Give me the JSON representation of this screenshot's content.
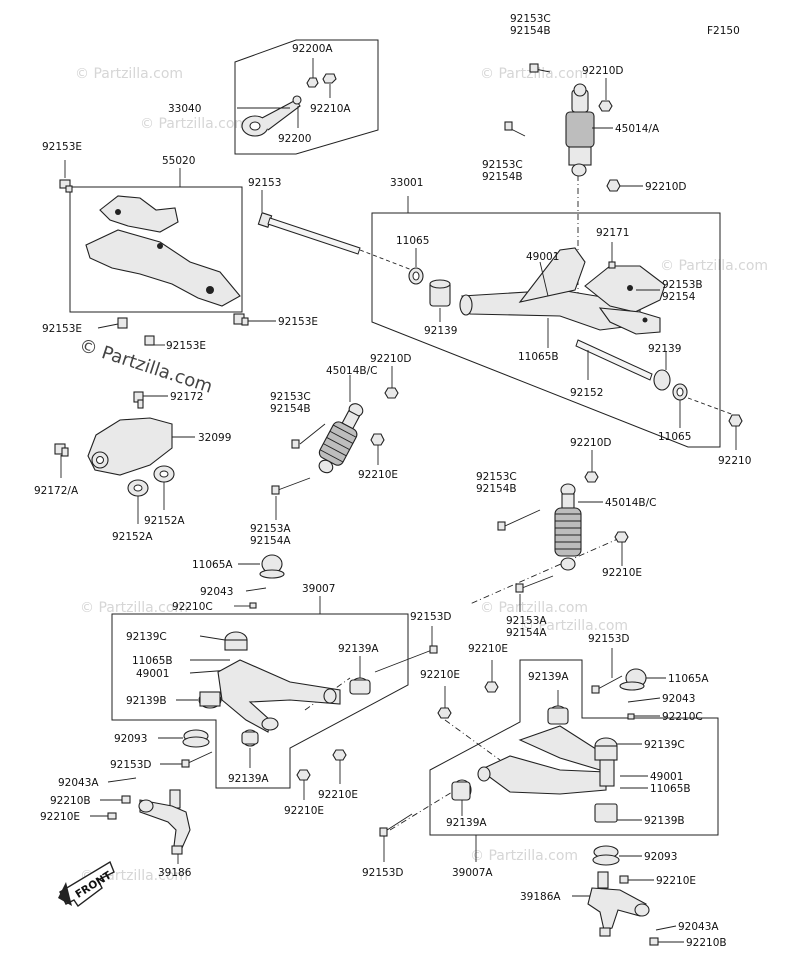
{
  "diagram_code": "F2150",
  "watermark": "© Partzilla.com",
  "front_arrow_label": "FRONT",
  "labels": {
    "l_92153C_top": "92153C",
    "l_92154B_top": "92154B",
    "l_92210D_top": "92210D",
    "l_45014A": "45014/A",
    "l_92153C_mid": "92153C",
    "l_92154B_mid": "92154B",
    "l_92210D_mid": "92210D",
    "l_92200A": "92200A",
    "l_33040": "33040",
    "l_92210A": "92210A",
    "l_92200": "92200",
    "l_92153E_a": "92153E",
    "l_55020": "55020",
    "l_92153": "92153",
    "l_33001": "33001",
    "l_11065_a": "11065",
    "l_49001_a": "49001",
    "l_92171": "92171",
    "l_92153B": "92153B",
    "l_92154": "92154",
    "l_92139_a": "92139",
    "l_11065B_a": "11065B",
    "l_92139_b": "92139",
    "l_92152": "92152",
    "l_11065_b": "11065",
    "l_92210": "92210",
    "l_92153E_b": "92153E",
    "l_92153E_c": "92153E",
    "l_92153E_d": "92153E",
    "l_92210D_l": "92210D",
    "l_45014BC_l": "45014B/C",
    "l_92172": "92172",
    "l_92153C_l": "92153C",
    "l_92154B_l": "92154B",
    "l_32099": "32099",
    "l_92210E_l": "92210E",
    "l_92172A": "92172/A",
    "l_92152A_a": "92152A",
    "l_92152A_b": "92152A",
    "l_92153A_l": "92153A",
    "l_92154A_l": "92154A",
    "l_92210D_r": "92210D",
    "l_92153C_r": "92153C",
    "l_92154B_r": "92154B",
    "l_45014BC_r": "45014B/C",
    "l_92210E_r": "92210E",
    "l_92153A_r": "92153A",
    "l_92154A_r": "92154A",
    "l_11065A_l": "11065A",
    "l_92043_l": "92043",
    "l_92210C_l": "92210C",
    "l_39007": "39007",
    "l_92153D_a": "92153D",
    "l_92139C_l": "92139C",
    "l_92139A_a": "92139A",
    "l_11065B_l": "11065B",
    "l_49001_l": "49001",
    "l_92139B_l": "92139B",
    "l_92093_l": "92093",
    "l_92153D_b": "92153D",
    "l_92139A_b": "92139A",
    "l_92210E_b": "92210E",
    "l_92210E_c": "92210E",
    "l_92043A_l": "92043A",
    "l_92210B_l": "92210B",
    "l_92210E_d": "92210E",
    "l_39186": "39186",
    "l_92210E_e": "92210E",
    "l_92210E_f": "92210E",
    "l_92153D_c": "92153D",
    "l_11065A_r": "11065A",
    "l_92043_r": "92043",
    "l_92210C_r": "92210C",
    "l_92139A_c": "92139A",
    "l_92139C_r": "92139C",
    "l_49001_r": "49001",
    "l_11065B_r": "11065B",
    "l_92139A_d": "92139A",
    "l_92139B_r": "92139B",
    "l_92153D_d": "92153D",
    "l_39007A": "39007A",
    "l_92093_r": "92093",
    "l_92210E_g": "92210E",
    "l_39186A": "39186A",
    "l_92043A_r": "92043A",
    "l_92210B_r": "92210B"
  }
}
